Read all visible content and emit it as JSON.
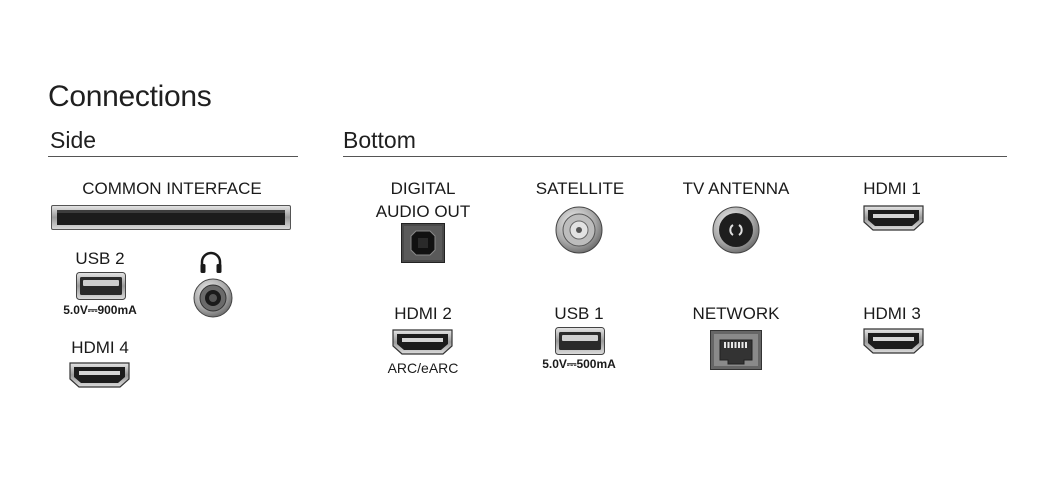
{
  "title": "Connections",
  "sections": {
    "side": {
      "label": "Side",
      "common_interface": "COMMON INTERFACE",
      "usb2": {
        "label": "USB 2",
        "rating": "5.0V⎓900mA"
      },
      "hdmi4": {
        "label": "HDMI 4"
      },
      "headphone": {
        "icon": "headphone-icon"
      }
    },
    "bottom": {
      "label": "Bottom",
      "digital_audio": {
        "line1": "DIGITAL",
        "line2": "AUDIO OUT"
      },
      "satellite": {
        "label": "SATELLITE"
      },
      "tv_antenna": {
        "label": "TV ANTENNA"
      },
      "hdmi1": {
        "label": "HDMI 1"
      },
      "hdmi2": {
        "label": "HDMI 2",
        "sub": "ARC/eARC"
      },
      "usb1": {
        "label": "USB 1",
        "rating": "5.0V⎓500mA"
      },
      "network": {
        "label": "NETWORK"
      },
      "hdmi3": {
        "label": "HDMI 3"
      }
    }
  },
  "colors": {
    "port_dark": "#3a3a3a",
    "port_mid": "#8a8a8a",
    "port_light": "#d8d8d8"
  }
}
